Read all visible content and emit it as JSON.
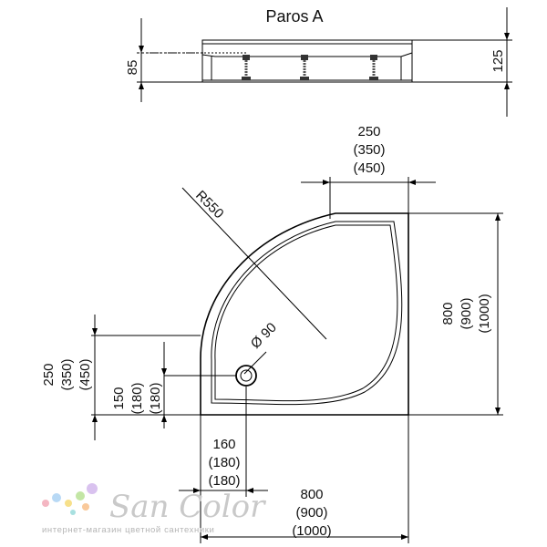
{
  "title": "Paros A",
  "side_view": {
    "height_total": "125",
    "height_base": "85"
  },
  "top_view": {
    "radius_label": "R550",
    "drain_diameter": "Ø 90",
    "depth": [
      "800",
      "(900)",
      "(1000)"
    ],
    "width": [
      "800",
      "(900)",
      "(1000)"
    ],
    "top_straight": [
      "250",
      "(350)",
      "(450)"
    ],
    "left_straight": [
      "250",
      "(350)",
      "(450)"
    ],
    "drain_from_bottom": [
      "150",
      "(180)",
      "(180)"
    ],
    "drain_from_left": [
      "160",
      "(180)",
      "(180)"
    ]
  },
  "watermark": {
    "brand": "San Color",
    "tagline": "интернет-магазин цветной сантехники",
    "dot_colors": [
      "#f4b6c2",
      "#b8d9f5",
      "#f7e08a",
      "#c3e6a5",
      "#d9c2ef",
      "#f9c99a",
      "#a8e0e0"
    ]
  }
}
